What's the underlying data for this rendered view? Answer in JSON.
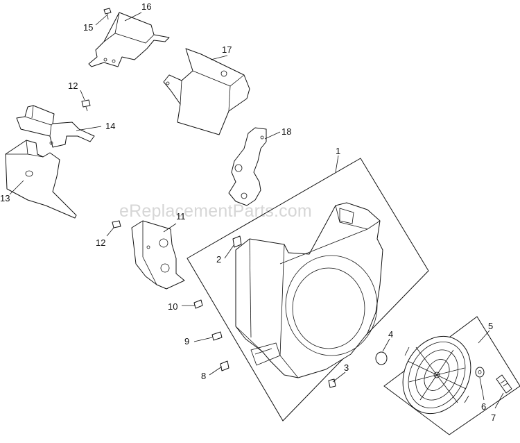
{
  "watermark": "eReplacementParts.com",
  "callouts": {
    "c1": "1",
    "c2": "2",
    "c3": "3",
    "c4": "4",
    "c5": "5",
    "c6": "6",
    "c7": "7",
    "c8": "8",
    "c9": "9",
    "c10": "10",
    "c11": "11",
    "c12a": "12",
    "c12b": "12",
    "c13": "13",
    "c14": "14",
    "c15": "15",
    "c16": "16",
    "c17": "17",
    "c18": "18"
  }
}
